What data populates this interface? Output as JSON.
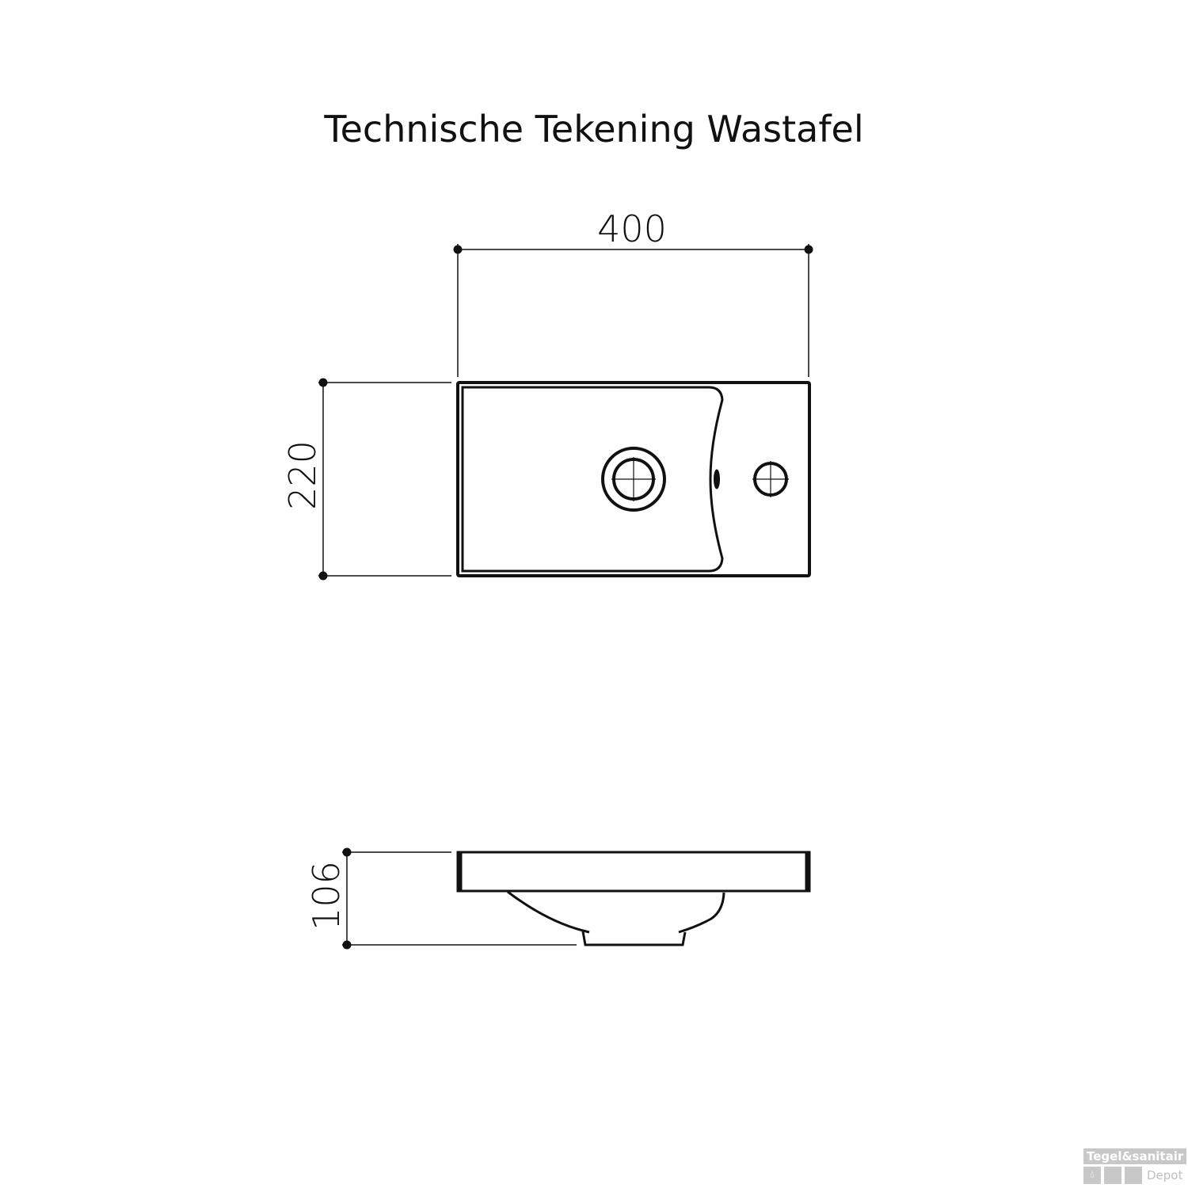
{
  "title": "Technische Tekening Wastafel",
  "dimensions": {
    "width": "400",
    "depth": "220",
    "height": "106"
  },
  "logo": {
    "line1": "Tegel&sanitair",
    "line2": "Depot",
    "icon": "water-drop-icon"
  }
}
